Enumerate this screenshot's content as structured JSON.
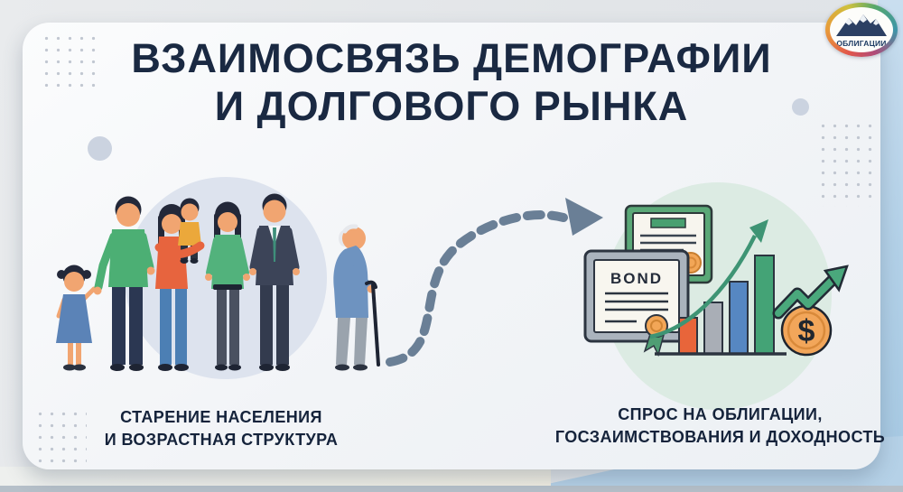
{
  "title": {
    "line1": "ВЗАИМОСВЯЗЬ ДЕМОГРАФИИ",
    "line2": "И ДОЛГОВОГО РЫНКА"
  },
  "logo": {
    "label": "ОБЛИГАЦИИ"
  },
  "left": {
    "caption_line1": "СТАРЕНИЕ НАСЕЛЕНИЯ",
    "caption_line2": "И ВОЗРАСТНАЯ СТРУКТУРА"
  },
  "right": {
    "caption_line1": "СПРОС НА ОБЛИГАЦИИ,",
    "caption_line2": "ГОСЗАИМСТВОВАНИЯ И ДОХОДНОСТЬ",
    "bond_label": "BOND",
    "coin_symbol": "$"
  },
  "icons": {
    "logo": "mountain-peaks-badge",
    "left_illustration": "people-of-different-ages",
    "right_illustration": "bond-certificates-growth-chart-coin",
    "connector": "dashed-s-curve-arrow"
  },
  "colors": {
    "title_text": "#1a2942",
    "caption_text": "#15233b",
    "card_bg": "#f2f4f7",
    "left_circle": "#dde3ee",
    "mint_circle": "#dcebe3",
    "arrow_slate": "#6a7f96",
    "green": "#4caf74",
    "orange": "#e8653a",
    "blue": "#5687c2",
    "gray_bar": "#a9aeb6",
    "coin_orange": "#f2a65a",
    "cert_green": "#5aa877",
    "cert_gray": "#aab3bd",
    "edge_blue": "#b3d0e6"
  }
}
